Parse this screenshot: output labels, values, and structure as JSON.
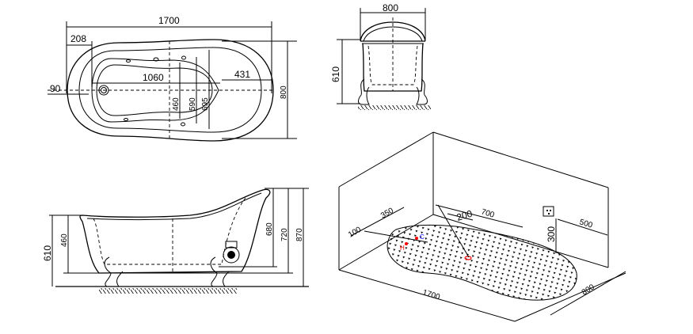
{
  "top_view": {
    "overall_length": "1700",
    "overall_width": "800",
    "drain_offset": "208",
    "edge_offset": "90",
    "inner_length": "1060",
    "head_length": "431",
    "inner_width_small": "460",
    "inner_width_mid": "590",
    "inner_width_large": "695"
  },
  "end_view": {
    "width": "800",
    "rim_height": "610"
  },
  "side_view": {
    "rim_height": "610",
    "inner_depth": "460",
    "back_inner_height": "680",
    "back_height_from_base": "720",
    "back_total_height": "870"
  },
  "install_view": {
    "length": "1700",
    "width": "800",
    "faucet_from_wall": "100",
    "faucet_offset": "350",
    "drain_offset": "200",
    "drain_distance": "700",
    "socket_height": "300",
    "socket_offset": "500",
    "hot_label": "H",
    "cold_label": "C",
    "colors": {
      "hot": "#ff0000",
      "cold": "#0000ff",
      "line": "#000000"
    }
  }
}
